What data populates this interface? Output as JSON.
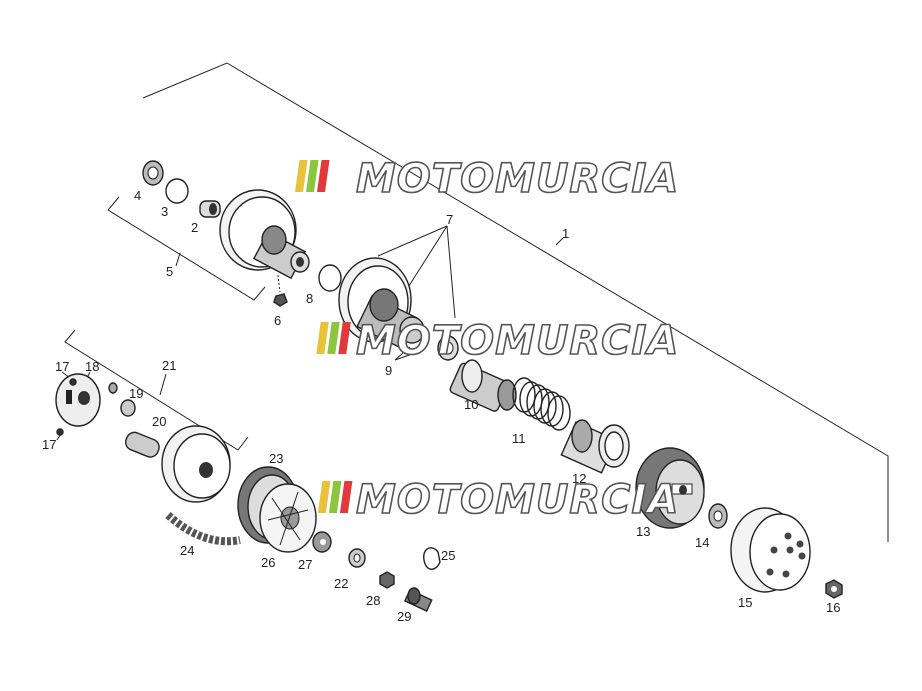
{
  "watermark": {
    "text": "MOTOMURCIA",
    "stripe_colors": [
      "#e8c23a",
      "#8cc63e",
      "#e03a3a"
    ]
  },
  "callouts": [
    {
      "id": "c1",
      "label": "1"
    },
    {
      "id": "c2",
      "label": "2"
    },
    {
      "id": "c3",
      "label": "3"
    },
    {
      "id": "c4",
      "label": "4"
    },
    {
      "id": "c5",
      "label": "5"
    },
    {
      "id": "c6",
      "label": "6"
    },
    {
      "id": "c7",
      "label": "7"
    },
    {
      "id": "c8",
      "label": "8"
    },
    {
      "id": "c9",
      "label": "9"
    },
    {
      "id": "c10",
      "label": "10"
    },
    {
      "id": "c11",
      "label": "11"
    },
    {
      "id": "c12",
      "label": "12"
    },
    {
      "id": "c13",
      "label": "13"
    },
    {
      "id": "c14",
      "label": "14"
    },
    {
      "id": "c15",
      "label": "15"
    },
    {
      "id": "c16",
      "label": "16"
    },
    {
      "id": "c17a",
      "label": "17"
    },
    {
      "id": "c17b",
      "label": "17"
    },
    {
      "id": "c18",
      "label": "18"
    },
    {
      "id": "c19",
      "label": "19"
    },
    {
      "id": "c20",
      "label": "20"
    },
    {
      "id": "c21",
      "label": "21"
    },
    {
      "id": "c22",
      "label": "22"
    },
    {
      "id": "c23",
      "label": "23"
    },
    {
      "id": "c24",
      "label": "24"
    },
    {
      "id": "c25",
      "label": "25"
    },
    {
      "id": "c26",
      "label": "26"
    },
    {
      "id": "c27",
      "label": "27"
    },
    {
      "id": "c28",
      "label": "28"
    },
    {
      "id": "c29",
      "label": "29"
    }
  ]
}
